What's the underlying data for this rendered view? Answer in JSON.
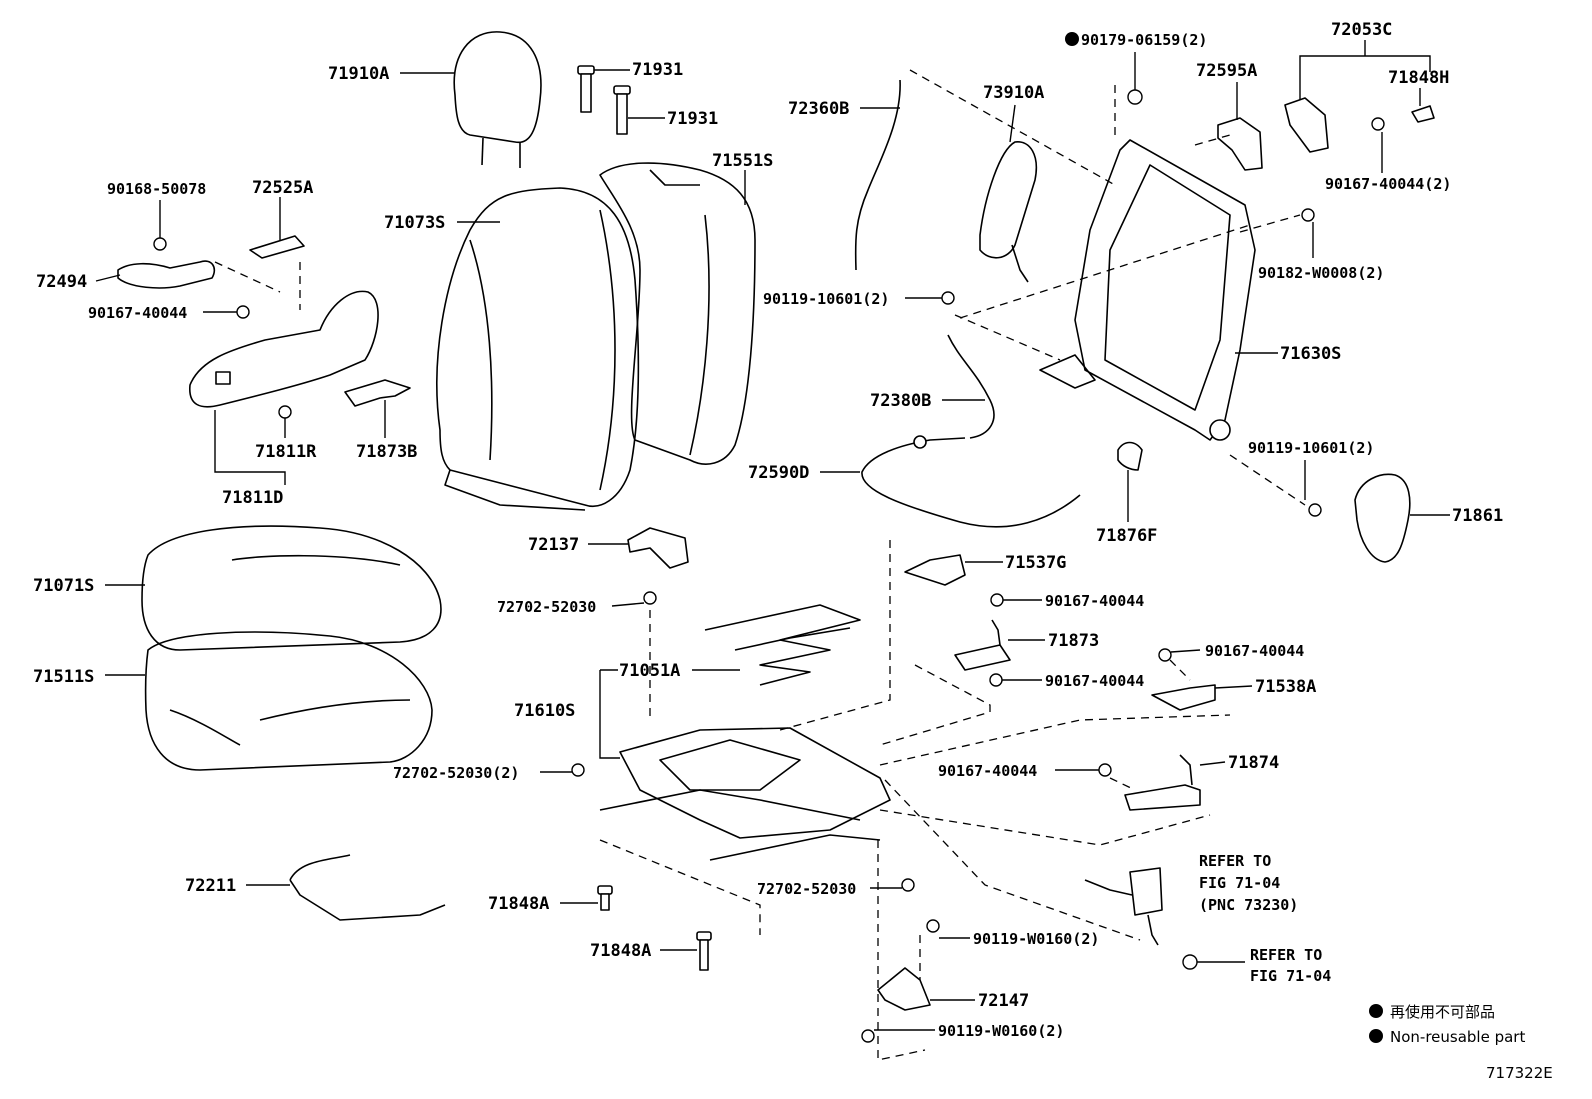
{
  "labels": {
    "headrest": "71910A",
    "headrest_guide_1": "71931",
    "headrest_guide_2": "71931",
    "back_cover": "71073S",
    "back_pad": "71551S",
    "screw_90168": "90168-50078",
    "cover_72525A": "72525A",
    "knob_72494": "72494",
    "screw_90167_a": "90167-40044",
    "clip_71811R": "71811R",
    "shield_71811D": "71811D",
    "bracket_71873B": "71873B",
    "cushion_cover": "71071S",
    "cushion_pad": "71511S",
    "bracket_72137": "72137",
    "bolt_72702_a": "72702-52030",
    "spring_71051A": "71051A",
    "adjuster_71610S": "71610S",
    "bolt_72702_b": "72702-52030(2)",
    "wire_72211": "72211",
    "cap_71848A_1": "71848A",
    "cap_71848A_2": "71848A",
    "bolt_72702_c": "72702-52030",
    "nut_90179": "90179-06159(2)",
    "cover_72053C": "72053C",
    "clip_71848H": "71848H",
    "cable_72360B": "72360B",
    "pad_73910A": "73910A",
    "bracket_72595A": "72595A",
    "screw_90167_b": "90167-40044(2)",
    "bolt_90119_a": "90119-10601(2)",
    "screw_90182": "90182-W0008(2)",
    "frame_71630S": "71630S",
    "cable_72380B": "72380B",
    "cable_72590D": "72590D",
    "bolt_90119_b": "90119-10601(2)",
    "cover_71876F": "71876F",
    "cover_71861": "71861",
    "bracket_71537G": "71537G",
    "screw_90167_c": "90167-40044",
    "bracket_71873": "71873",
    "screw_90167_d": "90167-40044",
    "screw_90167_e": "90167-40044",
    "bracket_71538A": "71538A",
    "screw_90167_f": "90167-40044",
    "bracket_71874": "71874",
    "bolt_90119_w_a": "90119-W0160(2)",
    "bracket_72147": "72147",
    "bolt_90119_w_b": "90119-W0160(2)"
  },
  "refer_1": {
    "line1": "REFER TO",
    "line2": "FIG 71-04",
    "line3": "(PNC 73230)"
  },
  "refer_2": {
    "line1": "REFER TO",
    "line2": "FIG 71-04"
  },
  "legend": {
    "japanese": "再使用不可部品",
    "english": "Non-reusable part"
  },
  "figure_id": "717322E"
}
